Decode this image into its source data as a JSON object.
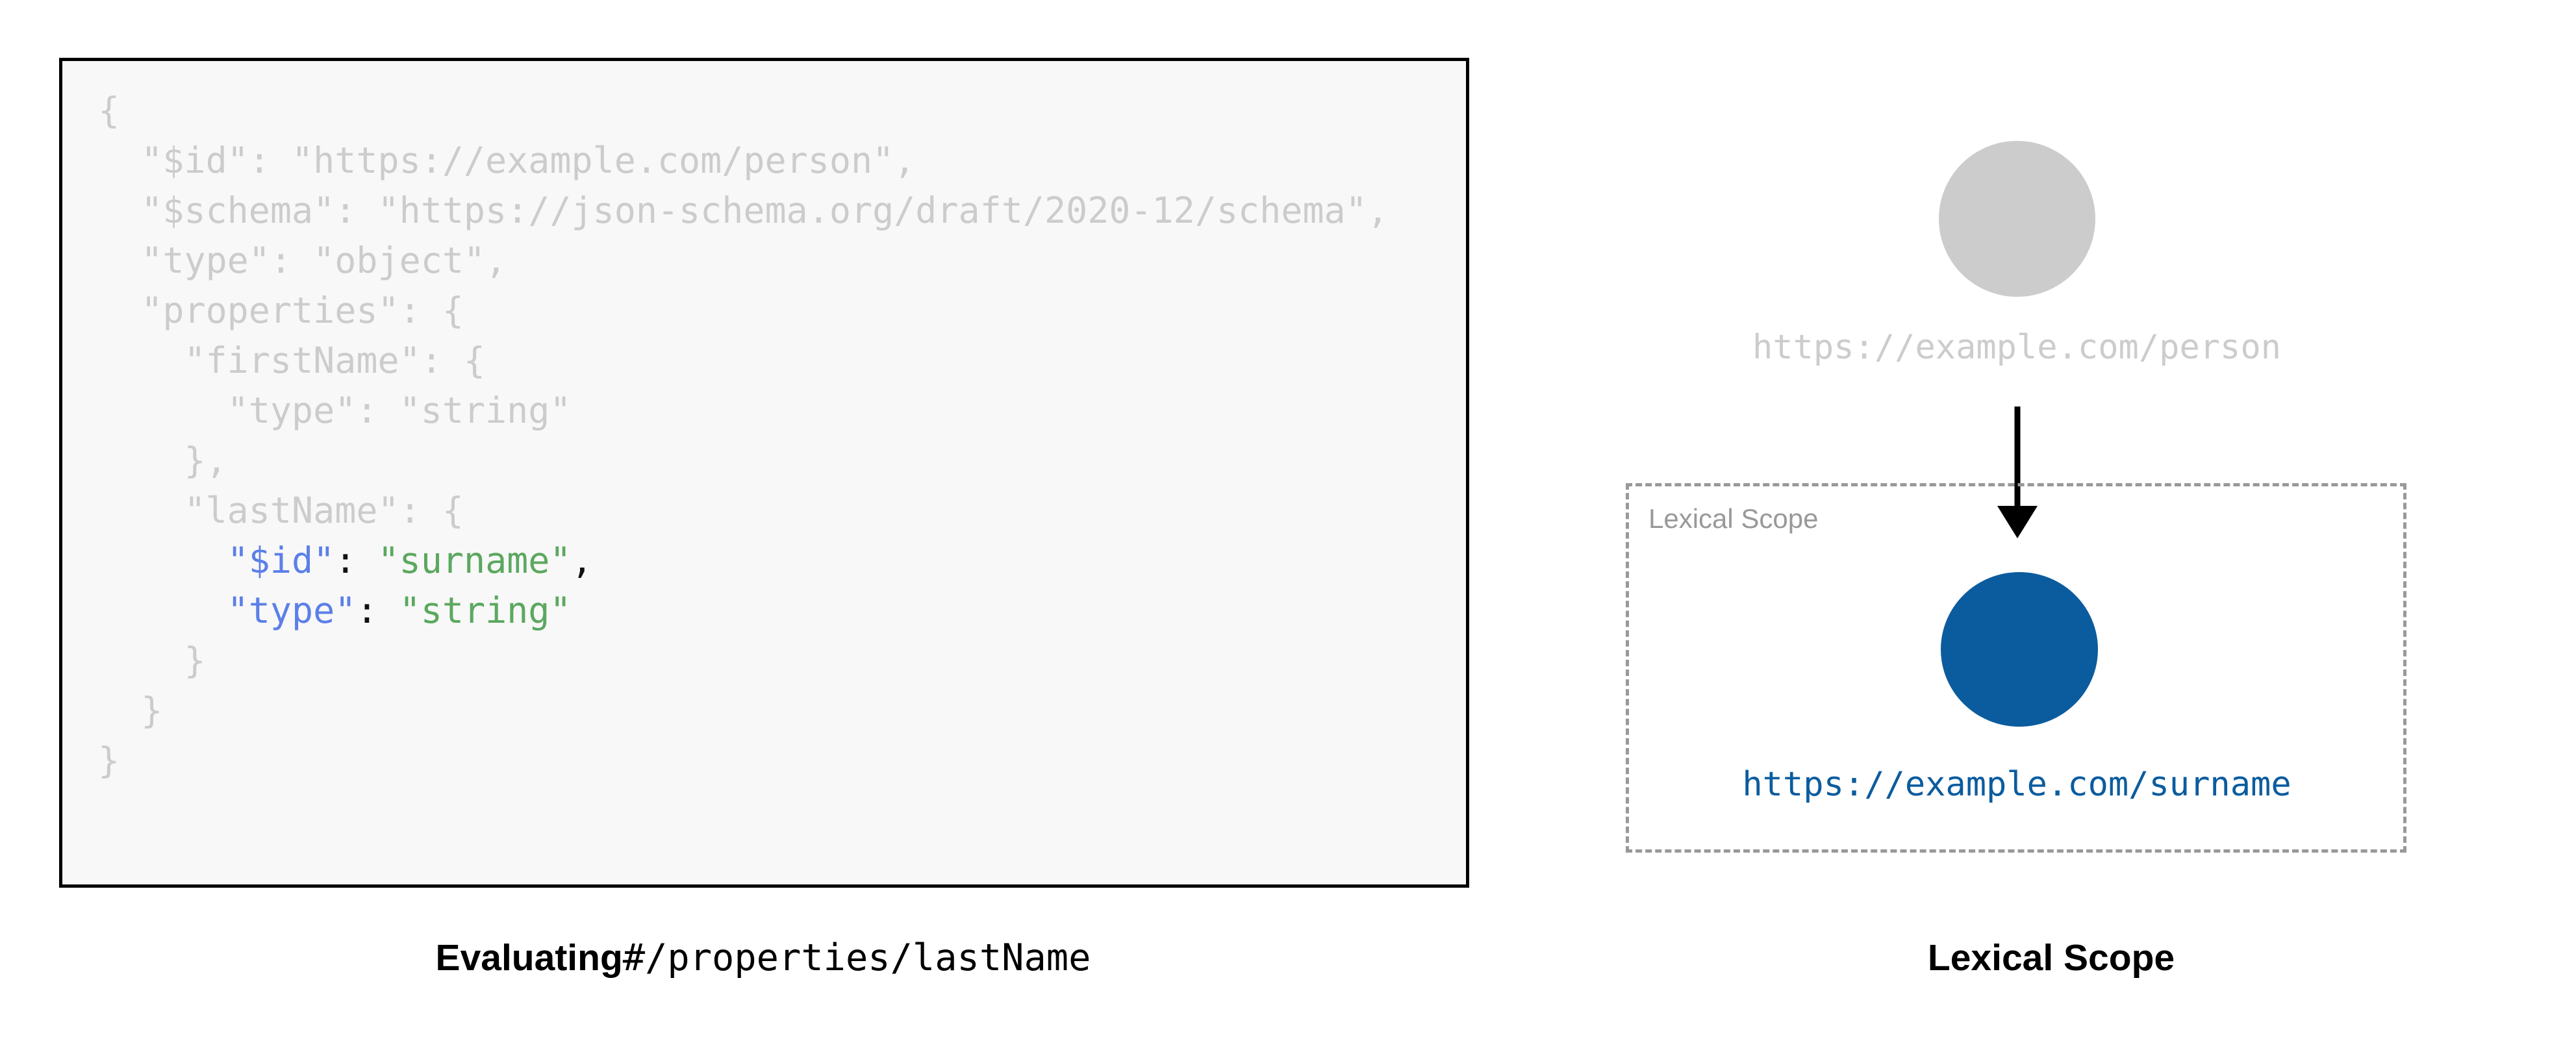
{
  "colors": {
    "code_background": "#f8f8f8",
    "code_border": "#000000",
    "dimmed_text": "#cccccc",
    "key_blue": "#5c7fe8",
    "string_green": "#5ba85f",
    "punct_black": "#111111",
    "node_inactive": "#cccccc",
    "node_active": "#0b5c9e",
    "scope_border": "#999999",
    "page_background": "#ffffff"
  },
  "left": {
    "code_lines": [
      {
        "indent": "",
        "tokens": [
          {
            "text": "{",
            "style": "dim"
          }
        ]
      },
      {
        "indent": "  ",
        "tokens": [
          {
            "text": "\"$id\": \"https://example.com/person\",",
            "style": "dim"
          }
        ]
      },
      {
        "indent": "  ",
        "tokens": [
          {
            "text": "\"$schema\": \"https://json-schema.org/draft/2020-12/schema\",",
            "style": "dim"
          }
        ]
      },
      {
        "indent": "  ",
        "tokens": [
          {
            "text": "\"type\": \"object\",",
            "style": "dim"
          }
        ]
      },
      {
        "indent": "  ",
        "tokens": [
          {
            "text": "\"properties\": {",
            "style": "dim"
          }
        ]
      },
      {
        "indent": "    ",
        "tokens": [
          {
            "text": "\"firstName\": {",
            "style": "dim"
          }
        ]
      },
      {
        "indent": "      ",
        "tokens": [
          {
            "text": "\"type\": \"string\"",
            "style": "dim"
          }
        ]
      },
      {
        "indent": "    ",
        "tokens": [
          {
            "text": "},",
            "style": "dim"
          }
        ]
      },
      {
        "indent": "    ",
        "tokens": [
          {
            "text": "\"lastName\": {",
            "style": "dim"
          }
        ]
      },
      {
        "indent": "      ",
        "tokens": [
          {
            "text": "\"$id\"",
            "style": "key"
          },
          {
            "text": ":",
            "style": "punct"
          },
          {
            "text": " \"surname\"",
            "style": "str"
          },
          {
            "text": ",",
            "style": "punct"
          }
        ]
      },
      {
        "indent": "      ",
        "tokens": [
          {
            "text": "\"type\"",
            "style": "key"
          },
          {
            "text": ":",
            "style": "punct"
          },
          {
            "text": " \"string\"",
            "style": "str"
          }
        ]
      },
      {
        "indent": "    ",
        "tokens": [
          {
            "text": "}",
            "style": "dim"
          }
        ]
      },
      {
        "indent": "  ",
        "tokens": [
          {
            "text": "}",
            "style": "dim"
          }
        ]
      },
      {
        "indent": "",
        "tokens": [
          {
            "text": "}",
            "style": "dim"
          }
        ]
      }
    ],
    "caption_strong": "Evaluating",
    "caption_mono": "#/properties/lastName"
  },
  "right": {
    "root_node": {
      "label": "https://example.com/person",
      "fill": "#cccccc"
    },
    "arrow": {
      "direction": "down",
      "color": "#000000"
    },
    "lexical_scope": {
      "box_label": "Lexical Scope",
      "node": {
        "label": "https://example.com/surname",
        "fill": "#0b5c9e"
      }
    },
    "caption": "Lexical Scope"
  }
}
